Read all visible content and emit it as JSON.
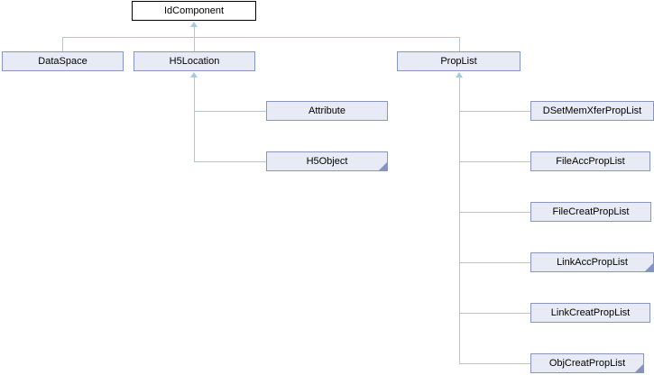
{
  "diagram": {
    "type": "class-inheritance",
    "root_class": "IdComponent"
  },
  "nodes": {
    "idcomponent": {
      "label": "IdComponent",
      "style": "root",
      "truncated": false
    },
    "dataspace": {
      "label": "DataSpace",
      "style": "default",
      "truncated": false
    },
    "h5location": {
      "label": "H5Location",
      "style": "default",
      "truncated": false
    },
    "proplist": {
      "label": "PropList",
      "style": "default",
      "truncated": false
    },
    "attribute": {
      "label": "Attribute",
      "style": "default",
      "truncated": false
    },
    "h5object": {
      "label": "H5Object",
      "style": "default",
      "truncated": true
    },
    "dsetmemxfer": {
      "label": "DSetMemXferPropList",
      "style": "default",
      "truncated": false
    },
    "fileacc": {
      "label": "FileAccPropList",
      "style": "default",
      "truncated": false
    },
    "filecreat": {
      "label": "FileCreatPropList",
      "style": "default",
      "truncated": false
    },
    "linkacc": {
      "label": "LinkAccPropList",
      "style": "default",
      "truncated": true
    },
    "linkcreat": {
      "label": "LinkCreatPropList",
      "style": "default",
      "truncated": false
    },
    "objcreat": {
      "label": "ObjCreatPropList",
      "style": "default",
      "truncated": true
    }
  },
  "edges": [
    {
      "parent": "IdComponent",
      "child": "DataSpace"
    },
    {
      "parent": "IdComponent",
      "child": "H5Location"
    },
    {
      "parent": "IdComponent",
      "child": "PropList"
    },
    {
      "parent": "H5Location",
      "child": "Attribute"
    },
    {
      "parent": "H5Location",
      "child": "H5Object"
    },
    {
      "parent": "PropList",
      "child": "DSetMemXferPropList"
    },
    {
      "parent": "PropList",
      "child": "FileAccPropList"
    },
    {
      "parent": "PropList",
      "child": "FileCreatPropList"
    },
    {
      "parent": "PropList",
      "child": "LinkAccPropList"
    },
    {
      "parent": "PropList",
      "child": "LinkCreatPropList"
    },
    {
      "parent": "PropList",
      "child": "ObjCreatPropList"
    }
  ],
  "colors": {
    "node_fill": "#e8ebf5",
    "node_border": "#8795bf",
    "root_fill": "#ffffff",
    "root_border": "#000000",
    "connector": "#a5cbe4",
    "fold_corner": "#8494c2",
    "text": "#000000"
  }
}
